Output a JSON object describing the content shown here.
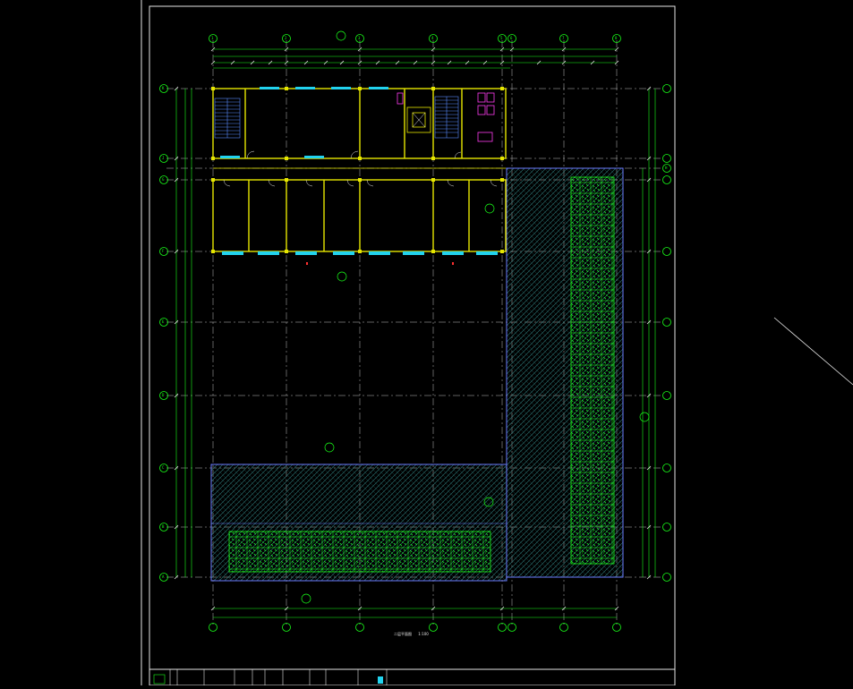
{
  "drawing": {
    "title": "二层平面图",
    "scale": "1:100"
  },
  "axes": {
    "columns": [
      "1",
      "2",
      "3",
      "4",
      "5",
      "6",
      "7",
      "8"
    ],
    "rows": [
      "K",
      "J",
      "H",
      "G",
      "F",
      "E",
      "D",
      "C",
      "B",
      "A"
    ]
  },
  "colors": {
    "background": "#000000",
    "frame": "#e6e6e6",
    "grid": "#00d000",
    "wall": "#e6e600",
    "window": "#22d3ee",
    "roof_hatch": "#2a6b6b",
    "green_roof": "#19ff19",
    "stair": "#5b8cff",
    "sanitary": "#ff3df2"
  }
}
